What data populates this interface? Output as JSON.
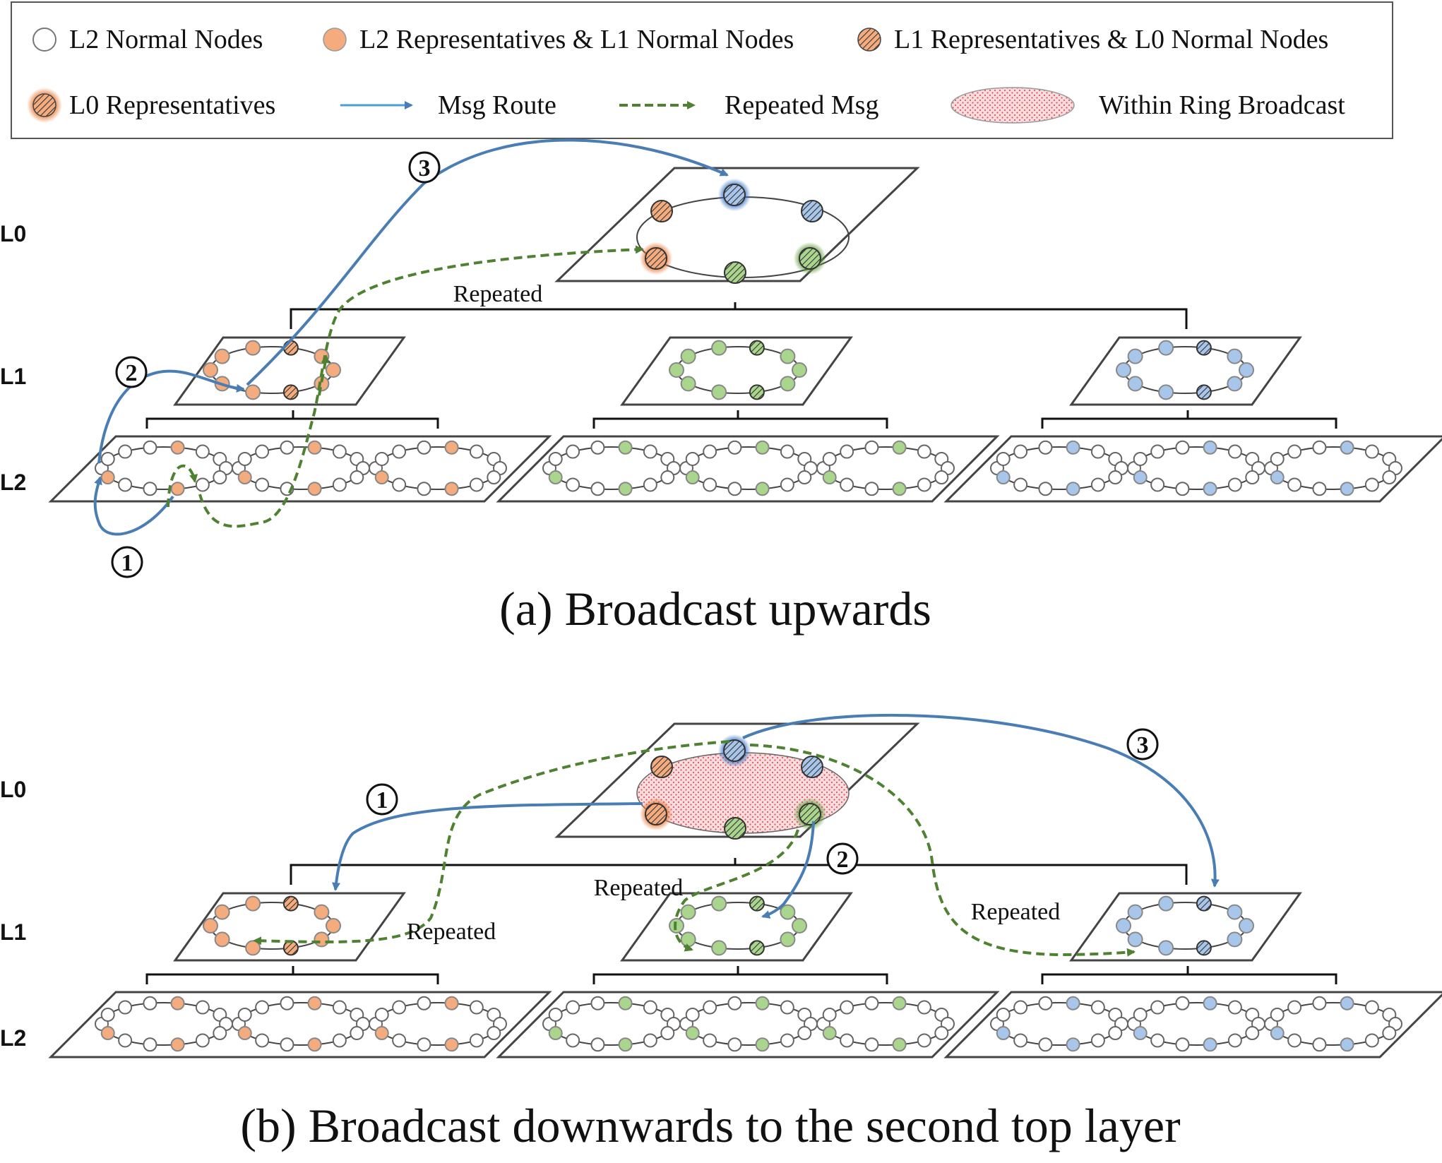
{
  "legend": {
    "l2_normal": "L2 Normal Nodes",
    "l2_rep": "L2 Representatives & L1 Normal Nodes",
    "l1_rep": "L1 Representatives & L0 Normal Nodes",
    "l0_rep": "L0 Representatives",
    "msg_route": "Msg Route",
    "repeated_msg": "Repeated Msg",
    "ring_broadcast": "Within Ring Broadcast"
  },
  "levels": [
    "L0",
    "L1",
    "L2"
  ],
  "repeated_label": "Repeated",
  "steps": [
    "1",
    "2",
    "3"
  ],
  "panels": {
    "a": {
      "caption": "(a) Broadcast upwards"
    },
    "b": {
      "caption": "(b) Broadcast downwards to the second top layer"
    }
  },
  "colors": {
    "orange": "#f4ac7e",
    "green": "#a9d58c",
    "blue": "#a8c6ea",
    "route": "#4a7db3",
    "repeated": "#4e8232",
    "ring_fill": "#f6c9cb"
  }
}
